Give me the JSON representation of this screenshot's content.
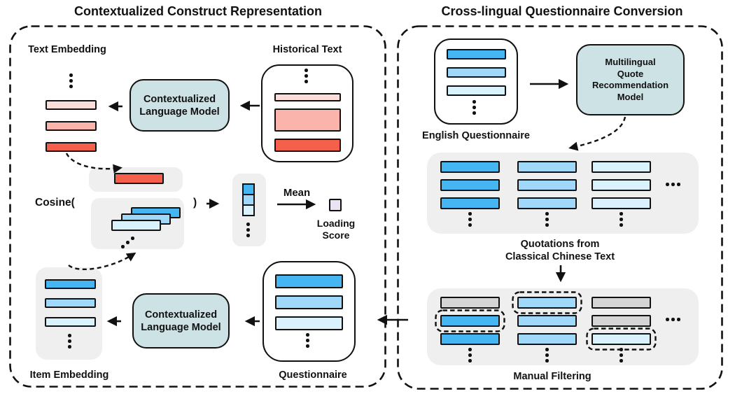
{
  "figure": {
    "left_panel": {
      "title": "Contextualized Construct Representation",
      "labels": {
        "text_embedding": "Text Embedding",
        "historical_text": "Historical Text",
        "item_embedding": "Item Embedding",
        "questionnaire": "Questionnaire",
        "cosine_open": "Cosine(",
        "cosine_close": ")",
        "mean": "Mean",
        "loading_line1": "Loading",
        "loading_line2": "Score"
      },
      "model_box": {
        "line1": "Contextualized",
        "line2": "Language Model"
      }
    },
    "right_panel": {
      "title": "Cross-lingual Questionnaire Conversion",
      "labels": {
        "english_questionnaire": "English Questionnaire",
        "quotations_line1": "Quotations from",
        "quotations_line2": "Classical Chinese Text",
        "manual_filtering": "Manual Filtering"
      },
      "model_box": {
        "line1": "Multilingual",
        "line2": "Quote",
        "line3": "Recommendation",
        "line4": "Model"
      }
    },
    "colors": {
      "red_light": "#fbdeda",
      "red_mid": "#fbb4ab",
      "red_strong": "#f4604b",
      "blue_strong": "#45b6f2",
      "blue_mid": "#9fd8f8",
      "blue_light": "#d9f2fc",
      "model_box_fill": "#cde2e4",
      "container_gray": "#efefef",
      "bar_gray": "#d5d5d5",
      "loading_square": "#e9e3f3",
      "ink": "#111111"
    }
  }
}
